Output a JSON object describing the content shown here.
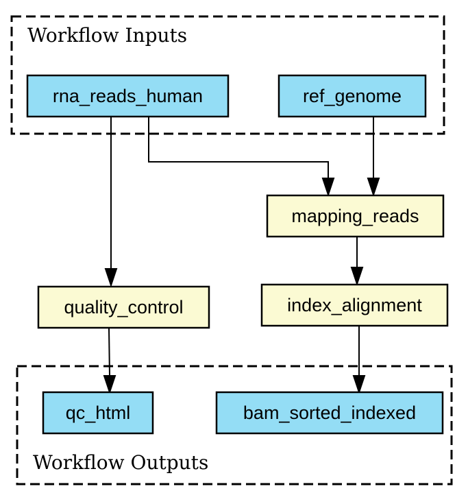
{
  "colors": {
    "io_fill": "#94ddf5",
    "step_fill": "#fbfad3",
    "stroke": "#000000",
    "background": "#ffffff"
  },
  "clusters": {
    "inputs": {
      "label": "Workflow Inputs"
    },
    "outputs": {
      "label": "Workflow Outputs"
    }
  },
  "nodes": {
    "rna_reads_human": {
      "label": "rna_reads_human",
      "kind": "input"
    },
    "ref_genome": {
      "label": "ref_genome",
      "kind": "input"
    },
    "mapping_reads": {
      "label": "mapping_reads",
      "kind": "step"
    },
    "quality_control": {
      "label": "quality_control",
      "kind": "step"
    },
    "index_alignment": {
      "label": "index_alignment",
      "kind": "step"
    },
    "qc_html": {
      "label": "qc_html",
      "kind": "output"
    },
    "bam_sorted_indexed": {
      "label": "bam_sorted_indexed",
      "kind": "output"
    }
  },
  "edges": [
    {
      "from": "rna_reads_human",
      "to": "quality_control"
    },
    {
      "from": "rna_reads_human",
      "to": "mapping_reads"
    },
    {
      "from": "ref_genome",
      "to": "mapping_reads"
    },
    {
      "from": "mapping_reads",
      "to": "index_alignment"
    },
    {
      "from": "quality_control",
      "to": "qc_html"
    },
    {
      "from": "index_alignment",
      "to": "bam_sorted_indexed"
    }
  ]
}
